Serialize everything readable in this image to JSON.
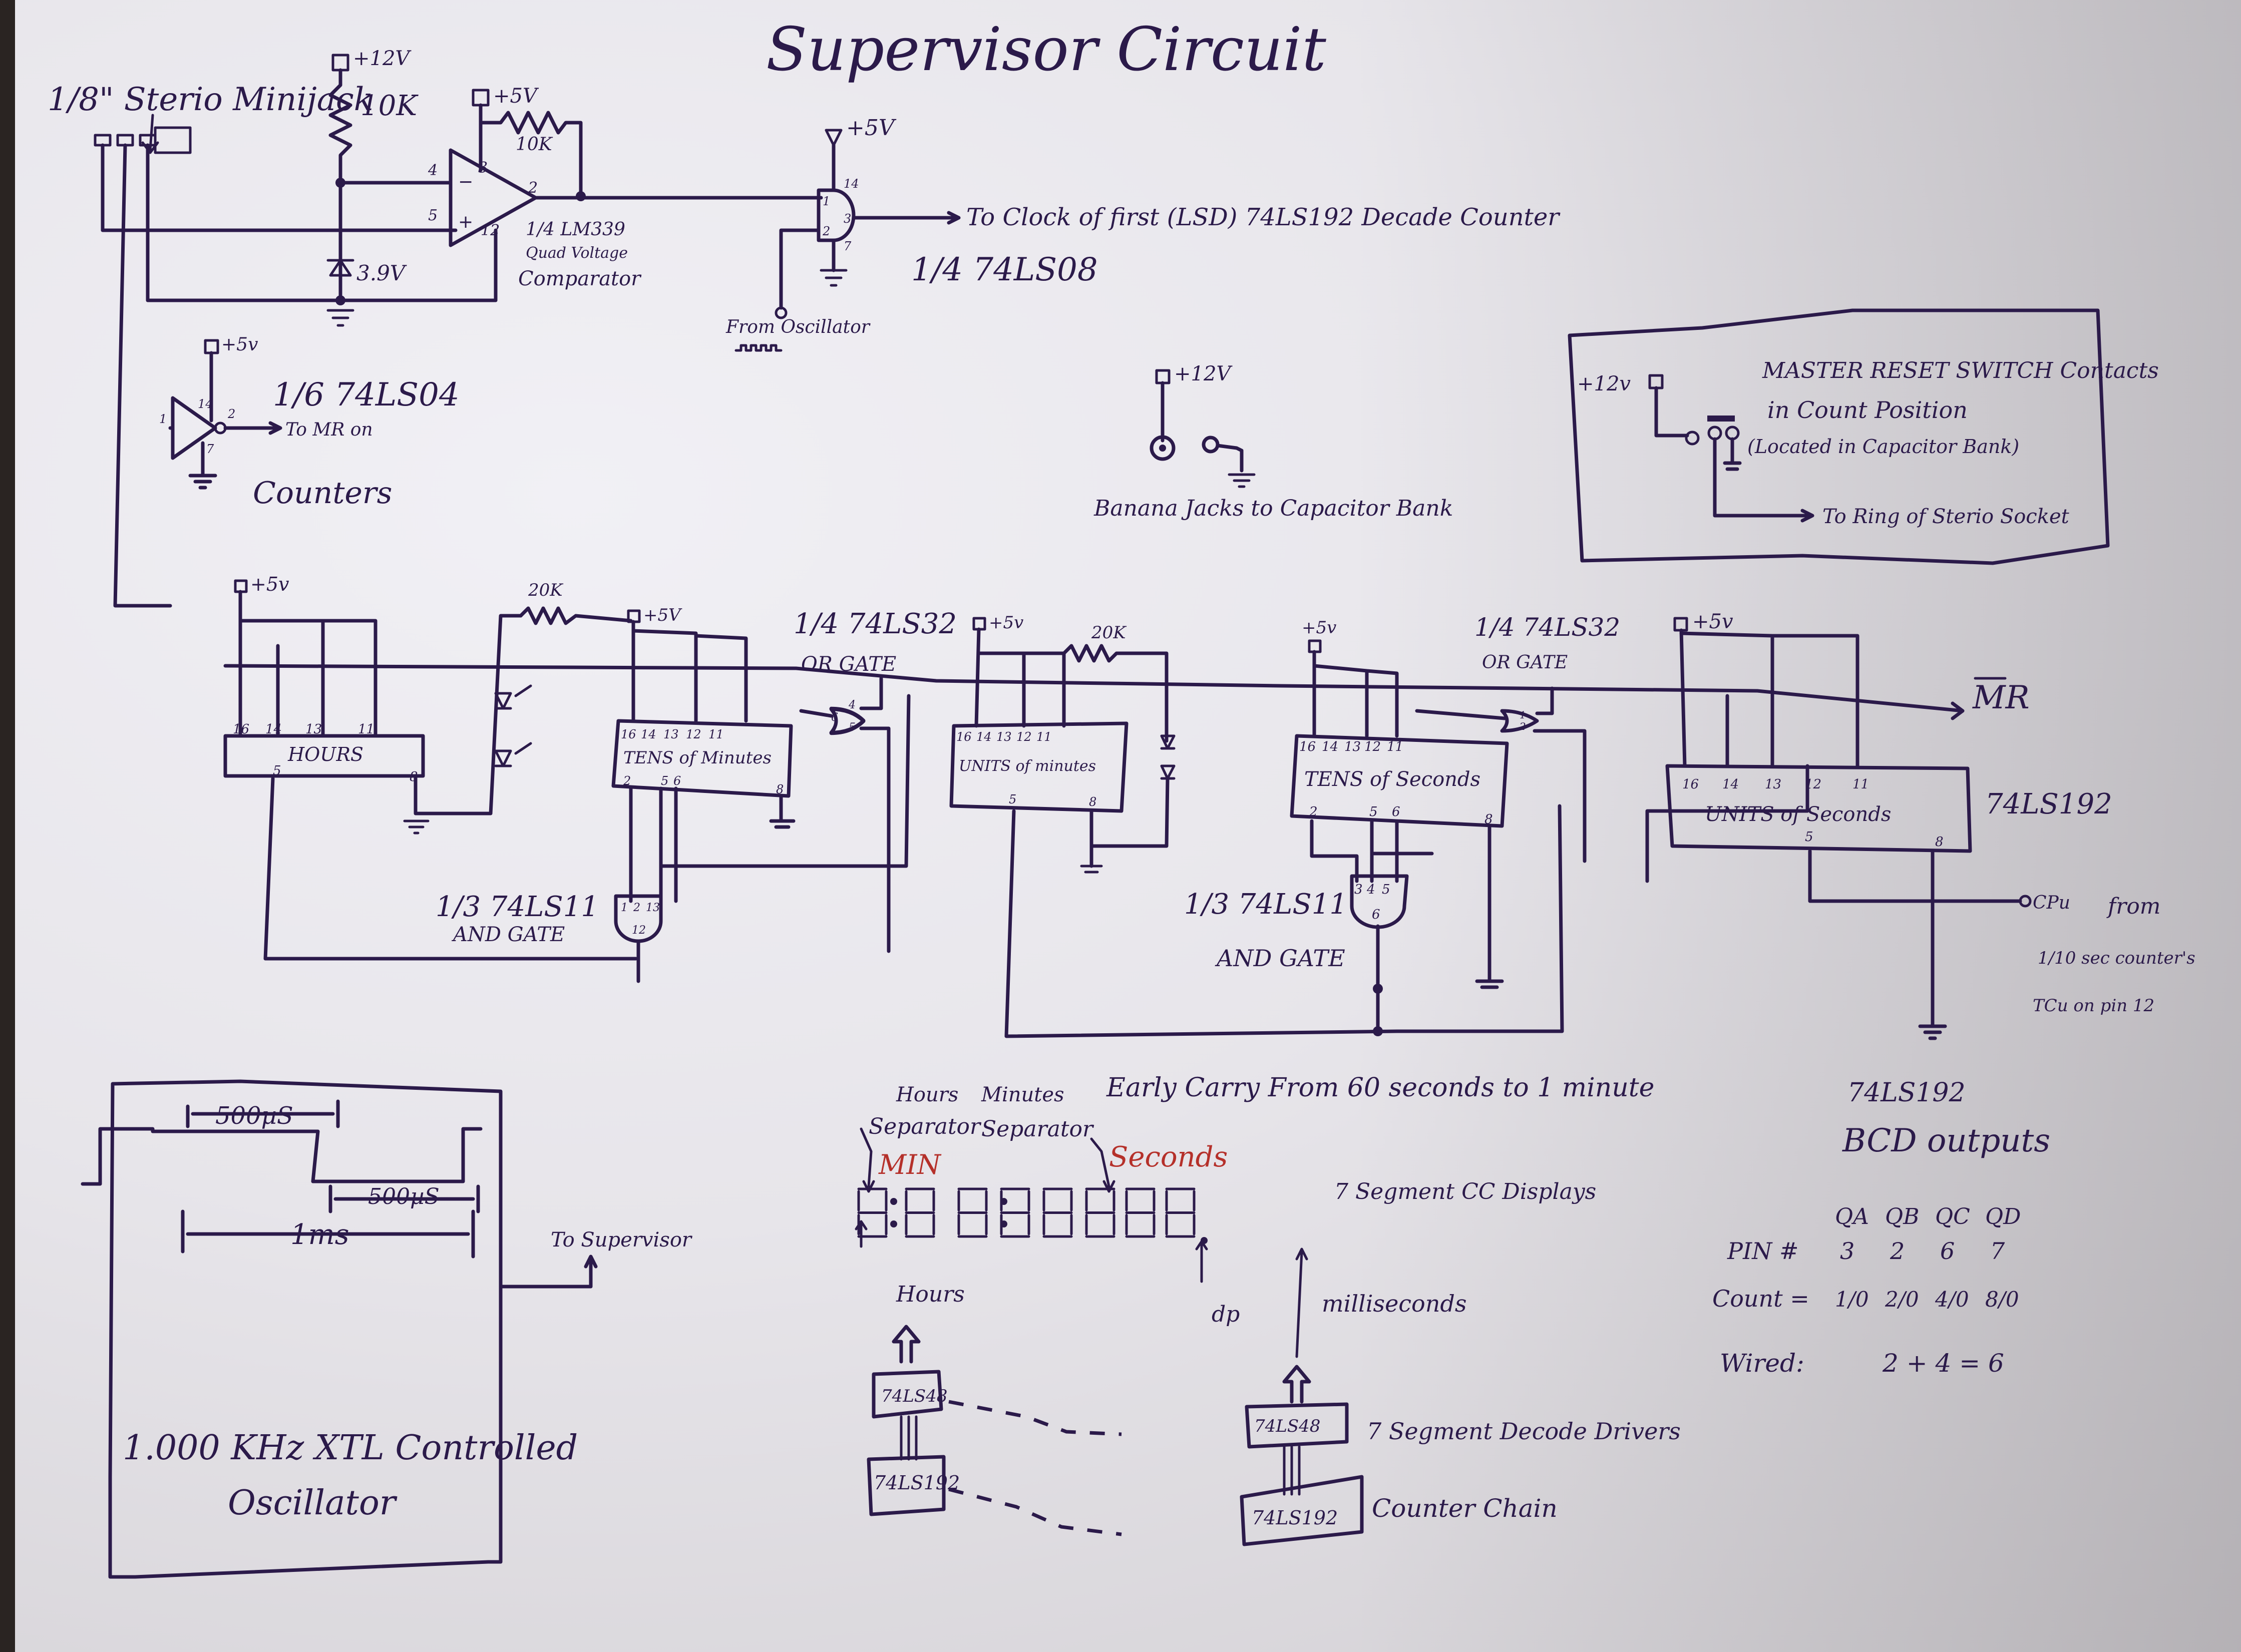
{
  "title": "Supervisor Circuit",
  "input_section": {
    "minijack_label": "1/8\" Sterio Minijack",
    "supply_12v": "+12V",
    "resistor_pullup": "10K",
    "zener": "3.9V",
    "supply_5v_comp": "+5V",
    "feedback_resistor": "10K",
    "comparator_pins": [
      "4",
      "5",
      "3",
      "2",
      "12"
    ],
    "comparator_part": "1/4 LM339",
    "comparator_desc1": "Quad Voltage",
    "comparator_desc2": "Comparator",
    "and_supply": "+5V",
    "and_pins": [
      "14",
      "1",
      "2",
      "3",
      "7"
    ],
    "and_output": "To Clock of first (LSD) 74LS192 Decade Counter",
    "and_part": "1/4 74LS08",
    "osc_input": "From Oscillator",
    "inverter_supply": "+5v",
    "inverter_pins": [
      "14",
      "1",
      "2",
      "7"
    ],
    "inverter_part": "1/6 74LS04",
    "inverter_output_line1": "To MR on",
    "inverter_output_line2": "Counters"
  },
  "banana_jacks": {
    "supply": "+12V",
    "label": "Banana Jacks to Capacitor Bank"
  },
  "master_reset": {
    "supply": "+12v",
    "line1": "MASTER RESET SWITCH Contacts",
    "line2": "in Count Position",
    "line3": "(Located in Capacitor Bank)",
    "output": "To Ring of Sterio Socket"
  },
  "counters": [
    {
      "name": "HOURS",
      "supply": "+5v",
      "top_pins": [
        "16",
        "14",
        "13",
        "11"
      ],
      "bottom_pins": [
        "5",
        "8"
      ]
    },
    {
      "name": "TENS of Minutes",
      "supply": "+5V",
      "top_pins": [
        "16",
        "14",
        "13",
        "12",
        "11"
      ],
      "bottom_pins": [
        "2",
        "5",
        "6",
        "8"
      ]
    },
    {
      "name": "UNITS of minutes",
      "supply": "+5v",
      "top_pins": [
        "16",
        "14",
        "13",
        "12",
        "11"
      ],
      "bottom_pins": [
        "5",
        "8"
      ]
    },
    {
      "name": "TENS of Seconds",
      "supply": "+5v",
      "top_pins": [
        "16",
        "14",
        "13",
        "12",
        "11"
      ],
      "bottom_pins": [
        "2",
        "5",
        "6",
        "8"
      ]
    },
    {
      "name": "UNITS of Seconds",
      "supply": "+5v",
      "top_pins": [
        "16",
        "14",
        "13",
        "12",
        "11"
      ],
      "bottom_pins": [
        "5",
        "8"
      ]
    }
  ],
  "counter_chain": {
    "resistor_1": "20K",
    "resistor_2": "20K",
    "or_gate_1_part": "1/4 74LS32",
    "or_gate_1_label": "OR GATE",
    "or_gate_1_pins": [
      "4",
      "5",
      "6"
    ],
    "or_gate_2_part": "1/4 74LS32",
    "or_gate_2_label": "OR GATE",
    "or_gate_2_pins": [
      "1",
      "2"
    ],
    "and_gate_1_part": "1/3 74LS11",
    "and_gate_1_label": "AND GATE",
    "and_gate_1_pins": [
      "1",
      "2",
      "13",
      "12"
    ],
    "and_gate_2_part": "1/3 74LS11",
    "and_gate_2_label": "AND GATE",
    "and_gate_2_pins": [
      "3",
      "4",
      "5",
      "6"
    ],
    "mr_label": "MR",
    "chip_label": "74LS192",
    "cpu_label": "CPu",
    "cpu_note1": "from",
    "cpu_note2": "1/10 sec counter's",
    "cpu_note3": "TCu on pin 12",
    "early_carry": "Early Carry From 60 seconds to 1 minute"
  },
  "oscillator": {
    "high_width": "500µS",
    "low_width": "500µS",
    "period": "1ms",
    "title_line1": "1.000 KHz XTL Controlled",
    "title_line2": "Oscillator",
    "output": "To Supervisor"
  },
  "display": {
    "hours_sep_1": "Hours",
    "hours_sep_2": "Separator",
    "min_sep_1": "Minutes",
    "min_sep_2": "Separator",
    "min_label": "MIN",
    "seconds_label": "Seconds",
    "display_label": "7 Segment CC Displays",
    "hours_label": "Hours",
    "dp_label": "dp",
    "ms_label": "milliseconds",
    "decoder_chip": "74LS48",
    "counter_chip": "74LS192",
    "decoder_label": "7 Segment Decode Drivers",
    "counter_label": "Counter Chain",
    "accent_color": "#b5302a"
  },
  "bcd_table": {
    "title1": "74LS192",
    "title2": "BCD outputs",
    "headers": [
      "QA",
      "QB",
      "QC",
      "QD"
    ],
    "rows": [
      {
        "label": "PIN #",
        "values": [
          "3",
          "2",
          "6",
          "7"
        ]
      },
      {
        "label": "Count =",
        "values": [
          "1/0",
          "2/0",
          "4/0",
          "8/0"
        ]
      }
    ],
    "wired_label": "Wired:",
    "wired_value": "2 + 4 = 6"
  }
}
